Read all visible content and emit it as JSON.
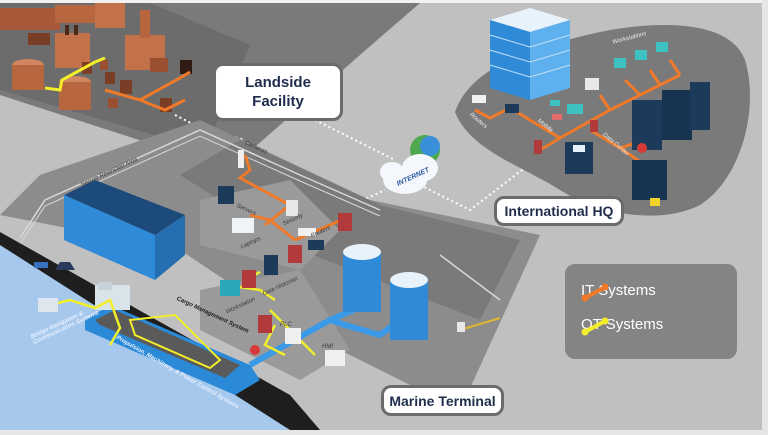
{
  "title": "Marine terminal IT/OT network diagram",
  "colors": {
    "background": "#c0c0c0",
    "ground_dark": "#6e6e6e",
    "ground_mid": "#8c8c8c",
    "water": "#a6c8ec",
    "it_line": "#f07a2a",
    "ot_line": "#f2ee2a",
    "callout_text": "#1f2d4d",
    "legend_bg": "#848484",
    "building_blue": "#2f8ad8",
    "copper": "#c2714a"
  },
  "callouts": {
    "landside_line1": "Landside",
    "landside_line2": "Facility",
    "hq": "International HQ",
    "marine": "Marine Terminal"
  },
  "legend": {
    "items": [
      {
        "label": "IT Systems",
        "color": "#f07a2a"
      },
      {
        "label": "OT Systems",
        "color": "#f2ee2a"
      }
    ]
  },
  "cloud": {
    "label": "INTERNET"
  },
  "hq_labels": {
    "workstations": "Workstations",
    "routers": "Routers",
    "mobile": "Mobile",
    "data_center": "Data Center"
  },
  "terminal_labels": {
    "cameras": "Cameras",
    "servers": "Servers",
    "laptops": "Laptops",
    "security": "Security",
    "routers": "Routers",
    "workstation": "Workstation",
    "data_historian": "Data Historian",
    "plc": "PLC",
    "hmi": "HMI",
    "fence": "Secure Restricted Area",
    "cargo": "Cargo Management System"
  },
  "ship_labels": {
    "bridge": "Bridge Navigation & Communication Systems",
    "propulsion": "Propulsion, Machinery, & Power Control Systems"
  }
}
